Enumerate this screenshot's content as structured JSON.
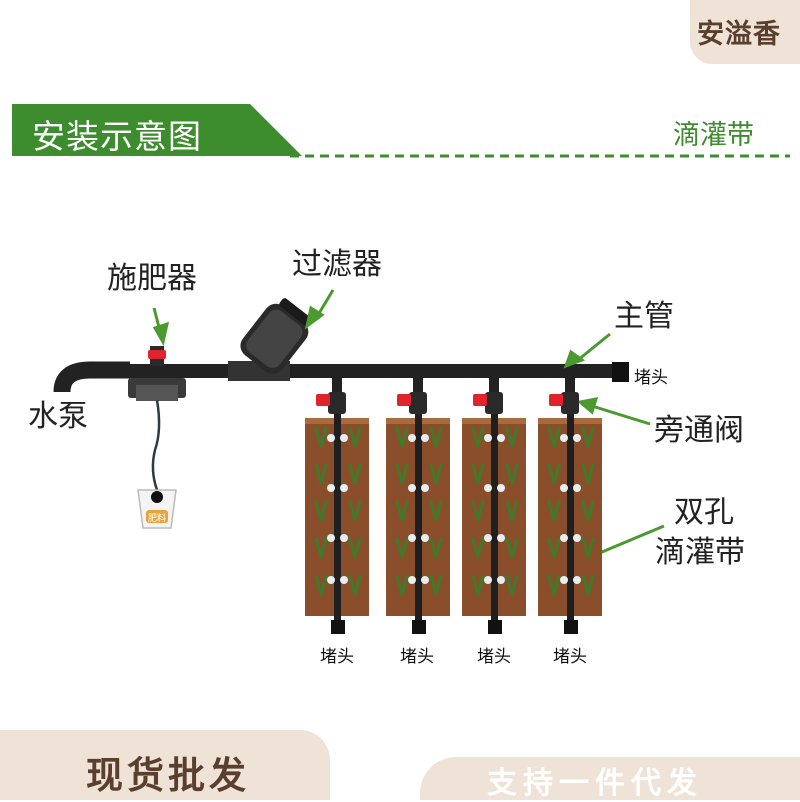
{
  "brand": "安溢香",
  "header": {
    "title": "安装示意图",
    "product": "滴灌带"
  },
  "labels": {
    "fertilizer": "施肥器",
    "filter": "过滤器",
    "main_pipe": "主管",
    "pump": "水泵",
    "end_cap": "堵头",
    "bypass_valve": "旁通阀",
    "drip_tape_line1": "双孔",
    "drip_tape_line2": "滴灌带",
    "bucket": "肥料"
  },
  "footer": {
    "left": "现货批发",
    "right": "支持一件代发"
  },
  "colors": {
    "accent_green": "#3d8d2e",
    "footer_beige": "#efe2d7",
    "brand_brown": "#5a3e2e",
    "valve_red": "#e0232c",
    "soil": "#8a4f2a",
    "pipe": "#1f1f1f"
  }
}
